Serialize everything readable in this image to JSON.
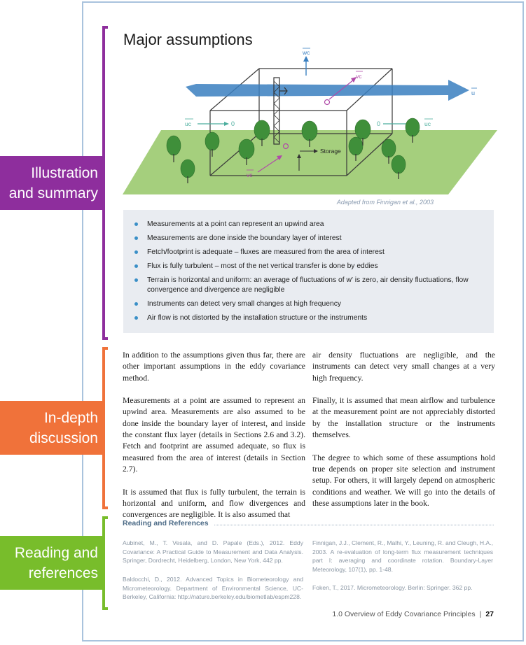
{
  "sections": [
    {
      "lines": [
        "Illustration",
        "and summary"
      ],
      "color": "#8e2e9d"
    },
    {
      "lines": [
        "In-depth",
        "discussion"
      ],
      "color": "#f0723a"
    },
    {
      "lines": [
        "Reading and",
        "references"
      ],
      "color": "#78bd2b"
    }
  ],
  "heading": "Major assumptions",
  "diagram": {
    "labels": {
      "wc": "wc",
      "vc_top": "vc",
      "u": "u",
      "uc_left": "uc",
      "zero_left": "0",
      "zero_right": "0",
      "uc_right": "uc",
      "storage": "Storage",
      "vc_bottom": "vc"
    },
    "colors": {
      "ground": "#a5cf7d",
      "arrow": "#3a7fc0",
      "box": "#3a3a3a",
      "magenta": "#b04aa8",
      "teal": "#4cae9e",
      "tree": "#3f8f3a"
    }
  },
  "caption": "Adapted from Finnigan et al., 2003",
  "summary": [
    "Measurements at a point can represent an upwind area",
    "Measurements are done inside the boundary layer of interest",
    "Fetch/footprint is adequate – fluxes are measured from the area of interest",
    "Flux is fully turbulent – most of the net vertical transfer is done by eddies",
    "Terrain is horizontal and uniform: an average of fluctuations of w′ is zero, air density fluctuations, flow convergence and divergence are negligible",
    "Instruments can detect very small changes at high frequency",
    "Air flow is not distorted by the installation structure or the instruments"
  ],
  "discussion": {
    "col1": [
      "In addition to the assumptions given thus far, there are other important assumptions in the eddy covariance method.",
      "Measurements at a point are assumed to represent an upwind area. Measurements are also assumed to be done inside the boundary layer of interest, and inside the constant flux layer (details in Sections 2.6 and 3.2). Fetch and footprint are assumed adequate, so flux is measured from the area of interest (details in Section 2.7).",
      "It is assumed that flux is fully turbulent, the terrain is horizontal and uniform, and flow divergences and convergences are negligible. It is also assumed that"
    ],
    "col2": [
      "air density fluctuations are negligible, and the instruments can detect very small changes at a very high frequency.",
      "Finally, it is assumed that mean airflow and turbulence at the measurement point are not appreciably distorted by the installation structure or the instruments themselves.",
      "The degree to which some of these assumptions hold true depends on proper site selection and instrument setup. For others, it will largely depend on atmospheric conditions and weather. We will go into the details of these assumptions later in the book."
    ]
  },
  "references_title": "Reading and References",
  "references": [
    "Aubinet, M., T. Vesala, and D. Papale (Eds.), 2012. Eddy Covariance: A Practical Guide to Measurement and Data Analysis. Springer, Dordrecht, Heidelberg, London, New York, 442 pp.",
    "Baldocchi, D., 2012. Advanced Topics in Biometeorology and Micrometeorology. Department of Environmental Science, UC-Berkeley, California: http://nature.berkeley.edu/biometlab/espm228.",
    "Finnigan, J.J., Clement, R., Malhi, Y., Leuning, R. and Cleugh, H.A., 2003. A re-evaluation of long-term flux measurement techniques part I: averaging and coordinate rotation. Boundary-Layer Meteorology, 107(1), pp. 1-48.",
    "Foken, T., 2017. Micrometeorology. Berlin: Springer. 362 pp."
  ],
  "footer": {
    "chapter": "1.0 Overview of Eddy Covariance Principles",
    "separator": "|",
    "page": "27"
  }
}
